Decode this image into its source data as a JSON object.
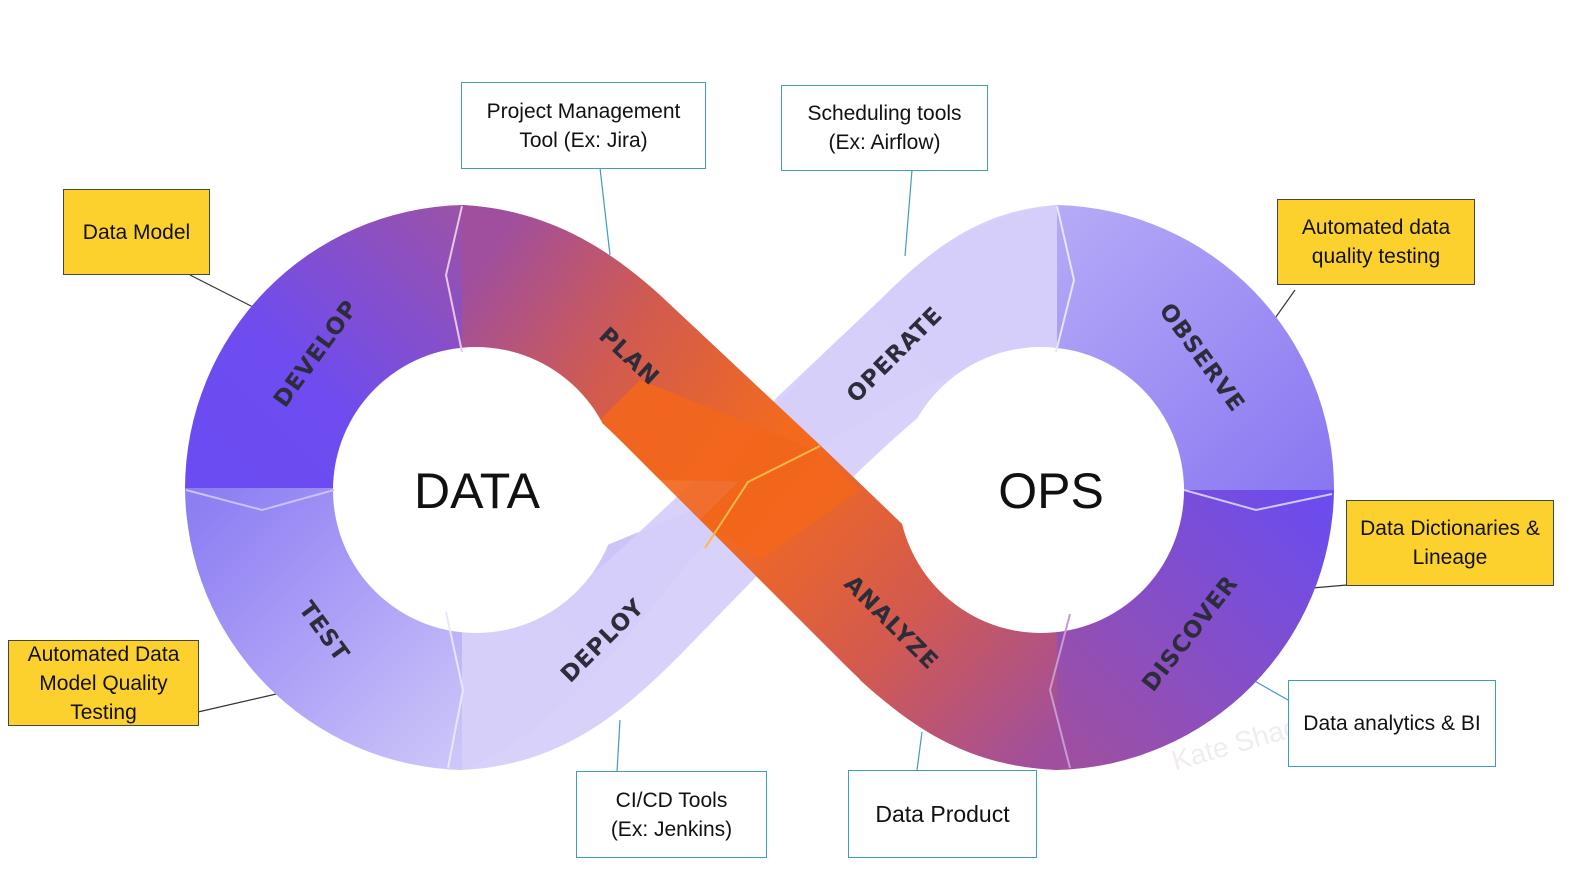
{
  "center": {
    "left_word": "DATA",
    "right_word": "OPS"
  },
  "segments": {
    "develop": "DEVELOP",
    "plan": "PLAN",
    "operate": "OPERATE",
    "observe": "OBSERVE",
    "test": "TEST",
    "deploy": "DEPLOY",
    "analyze": "ANALYZE",
    "discover": "DISCOVER"
  },
  "callouts": {
    "data_model": [
      "Data Model"
    ],
    "project_management": [
      "Project Management",
      "Tool (Ex: Jira)"
    ],
    "scheduling": [
      "Scheduling tools",
      "(Ex: Airflow)"
    ],
    "automated_quality": [
      "Automated data",
      "quality testing"
    ],
    "dictionaries": [
      "Data Dictionaries &",
      "Lineage"
    ],
    "model_quality": [
      "Automated Data",
      "Model Quality",
      "Testing"
    ],
    "cicd": [
      "CI/CD Tools",
      "(Ex: Jenkins)"
    ],
    "data_product": [
      "Data Product"
    ],
    "analytics": [
      "Data analytics & BI"
    ]
  },
  "watermark": "Kate Shao",
  "colors": {
    "highlight_yellow": "#fdd12d",
    "box_border_blue": "#3f9bc0",
    "purple": "#6a4cf0",
    "orange": "#f2661c",
    "lavender": "#dcd6fb"
  }
}
